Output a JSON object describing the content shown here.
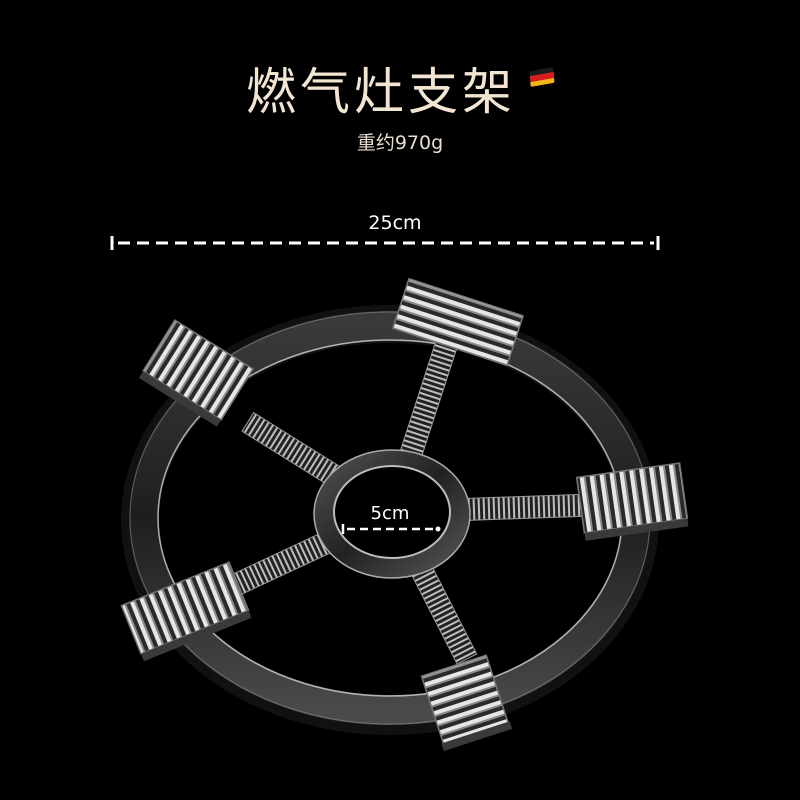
{
  "header": {
    "title": "燃气灶支架",
    "flag_icon": "germany-flag-icon",
    "flag_colors": [
      "#1a1a1a",
      "#d61e1e",
      "#f2b619"
    ],
    "subtitle": "重约970g"
  },
  "dimensions": {
    "outer_width_label": "25cm",
    "inner_width_label": "5cm"
  },
  "product": {
    "name": "gas-stove-support-rack",
    "arms": 5,
    "colors": {
      "background": "#000000",
      "title_text": "#f2e6d2",
      "metal_dark": "#2b2b2b",
      "metal_mid": "#5a5a5a",
      "metal_highlight": "#e8e8e8"
    }
  }
}
